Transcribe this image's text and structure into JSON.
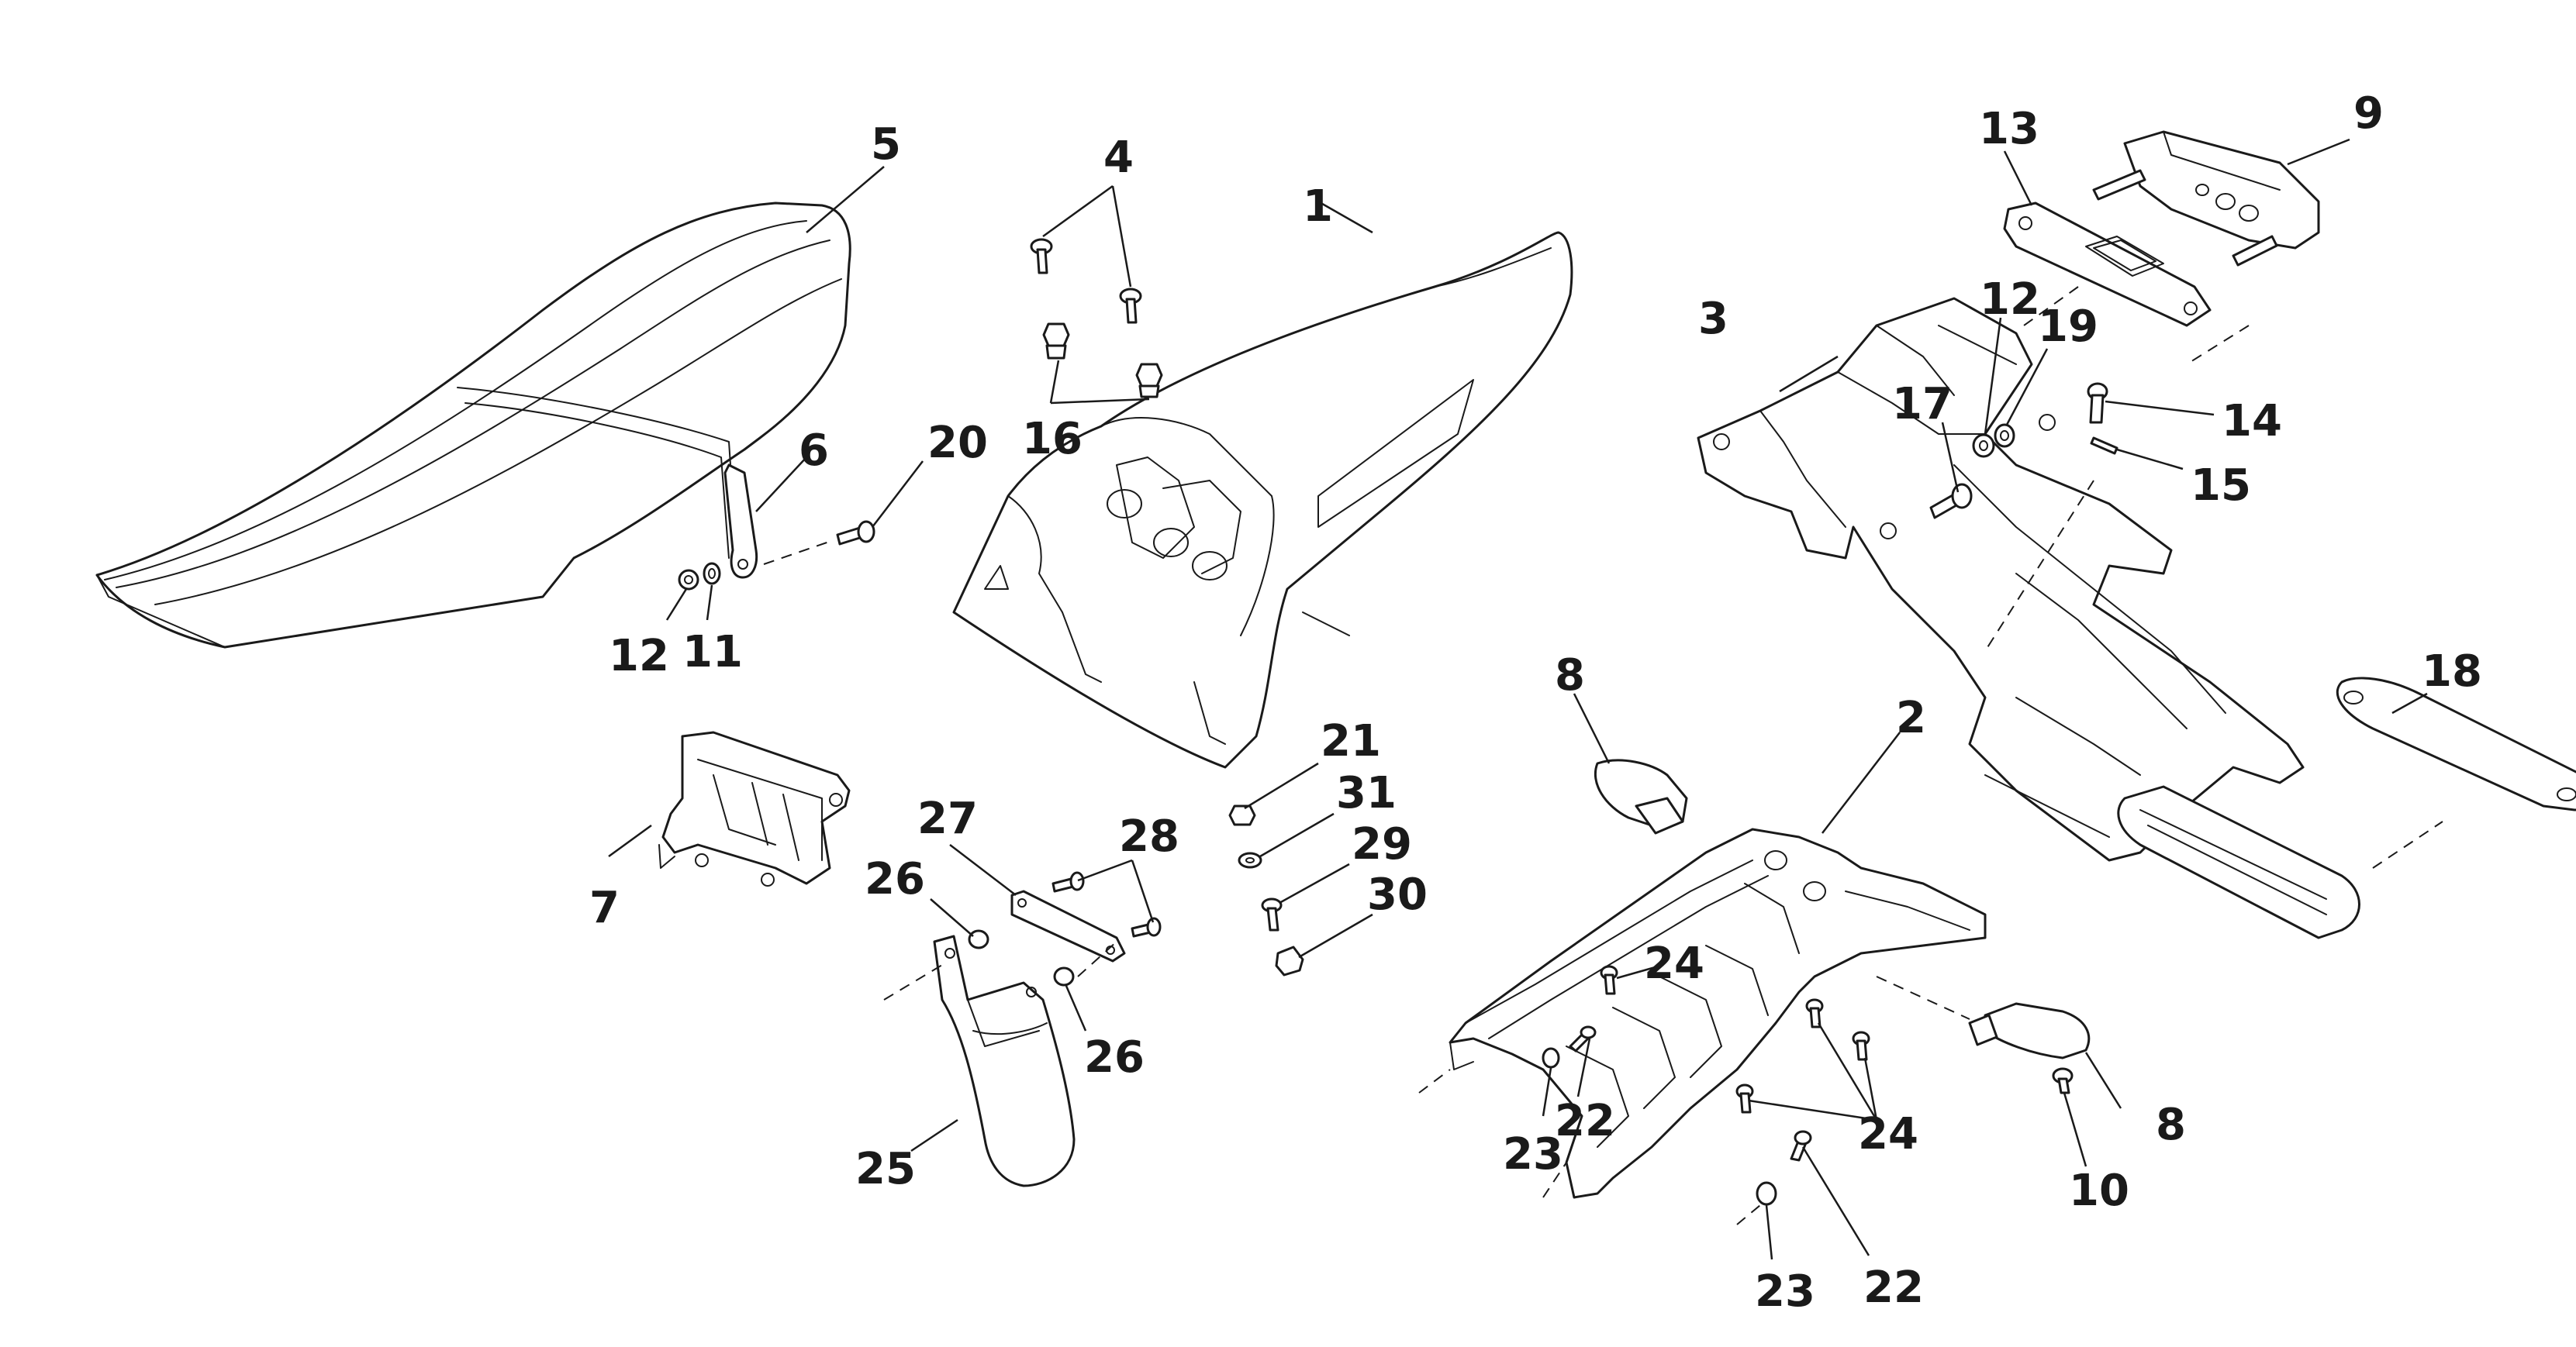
{
  "callouts": {
    "c1": "1",
    "c2": "2",
    "c3": "3",
    "c4": "4",
    "c5": "5",
    "c6": "6",
    "c7": "7",
    "c8a": "8",
    "c8b": "8",
    "c9": "9",
    "c10": "10",
    "c11": "11",
    "c12a": "12",
    "c12b": "12",
    "c13": "13",
    "c14": "14",
    "c15": "15",
    "c16": "16",
    "c17": "17",
    "c18": "18",
    "c19": "19",
    "c20": "20",
    "c21": "21",
    "c22a": "22",
    "c22b": "22",
    "c23a": "23",
    "c23b": "23",
    "c24a": "24",
    "c24b": "24",
    "c25": "25",
    "c26a": "26",
    "c26b": "26",
    "c27": "27",
    "c28": "28",
    "c29": "29",
    "c30": "30",
    "c31": "31"
  },
  "colors": {
    "line": "#1a1a1a",
    "background": "#ffffff"
  }
}
